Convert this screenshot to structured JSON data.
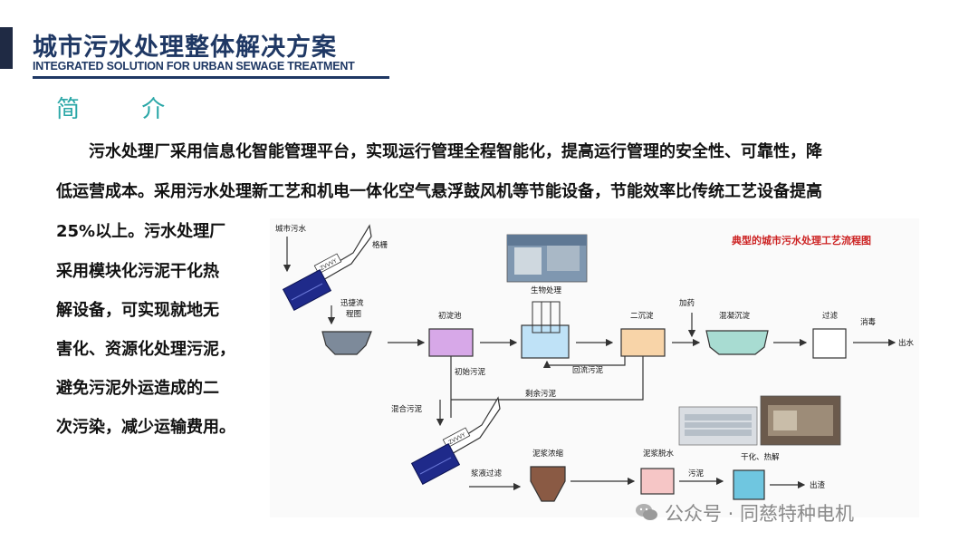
{
  "header": {
    "title_cn": "城市污水处理整体解决方案",
    "title_en": "INTEGRATED SOLUTION  FOR URBAN SEWAGE TREATMENT"
  },
  "section_title": "简 介",
  "paragraph": {
    "line1": "污水处理厂采用信息化智能管理平台，实现运行管理全程智能化，提高运行管理的安全性、可靠性，降",
    "line2": "低运营成本。采用污水处理新工艺和机电一体化空气悬浮鼓风机等节能设备，节能效率比传统工艺设备提高",
    "left_lines": [
      "25%以上。污水处理厂",
      "采用模块化污泥干化热",
      "解设备，可实现就地无",
      "害化、资源化处理污泥，",
      "避免污泥外运造成的二",
      "次污染，减少运输费用。"
    ]
  },
  "diagram": {
    "title": "典型的城市污水处理工艺流程图",
    "labels": {
      "city_sewage": "城市污水",
      "grille": "格栅",
      "flow_1": "迅捷流",
      "flow_2": "程图",
      "primary_tank": "初淀池",
      "bio": "生物处理",
      "secondary": "二沉淀",
      "dosing": "加药",
      "coag": "混凝沉淀",
      "filter": "过滤",
      "disinfect": "消毒",
      "outflow": "出水",
      "primary_sludge": "初始污泥",
      "return_sludge": "回流污泥",
      "excess_sludge": "剩余污泥",
      "mixed_sludge": "混合污泥",
      "thicken": "泥浆浓缩",
      "dewater": "泥浆脱水",
      "drying": "干化、热解",
      "slurry_filter": "浆液过滤",
      "sludge": "污泥",
      "slag": "出渣",
      "conveyor_mark_1": "ZVVVY",
      "conveyor_mark_2": "ZVVVY"
    },
    "colors": {
      "title_red": "#cc2222",
      "primary_purple": "#d7a8e8",
      "bio_blue": "#bfe2f7",
      "secondary_orange": "#f8d4a8",
      "coag_teal": "#a8dcd2",
      "clarifier": "#7d8a9a",
      "thickener": "#8a5a44",
      "dewater_pink": "#f6c6c6",
      "drying_cyan": "#6fc6e0",
      "screen_blue": "#1f2a8a"
    }
  },
  "watermark": "公众号 · 同慈特种电机"
}
